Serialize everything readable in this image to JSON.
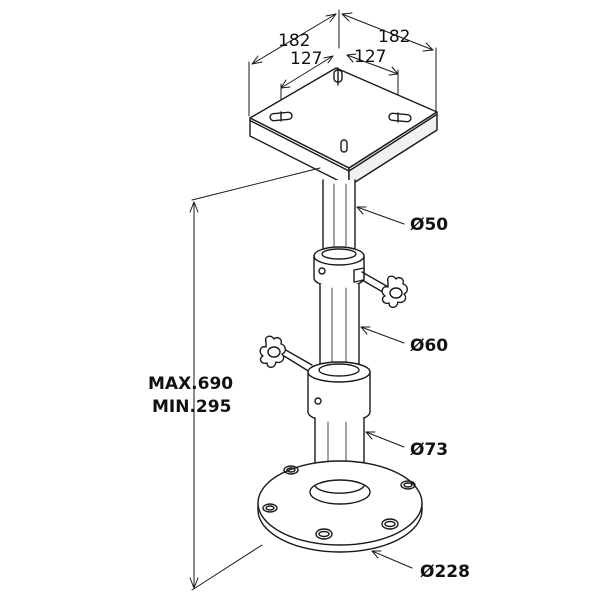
{
  "dimensions": {
    "plate_width_left": "182",
    "plate_width_right": "182",
    "hole_spacing_left": "127",
    "hole_spacing_right": "127",
    "upper_tube_diameter": "Ø50",
    "middle_tube_diameter": "Ø60",
    "lower_tube_diameter": "Ø73",
    "base_diameter": "Ø228",
    "height_max": "MAX.690",
    "height_min": "MIN.295"
  },
  "colors": {
    "line": "#1a1a1a",
    "fill": "#ffffff",
    "shade": "#e6e6e6"
  }
}
